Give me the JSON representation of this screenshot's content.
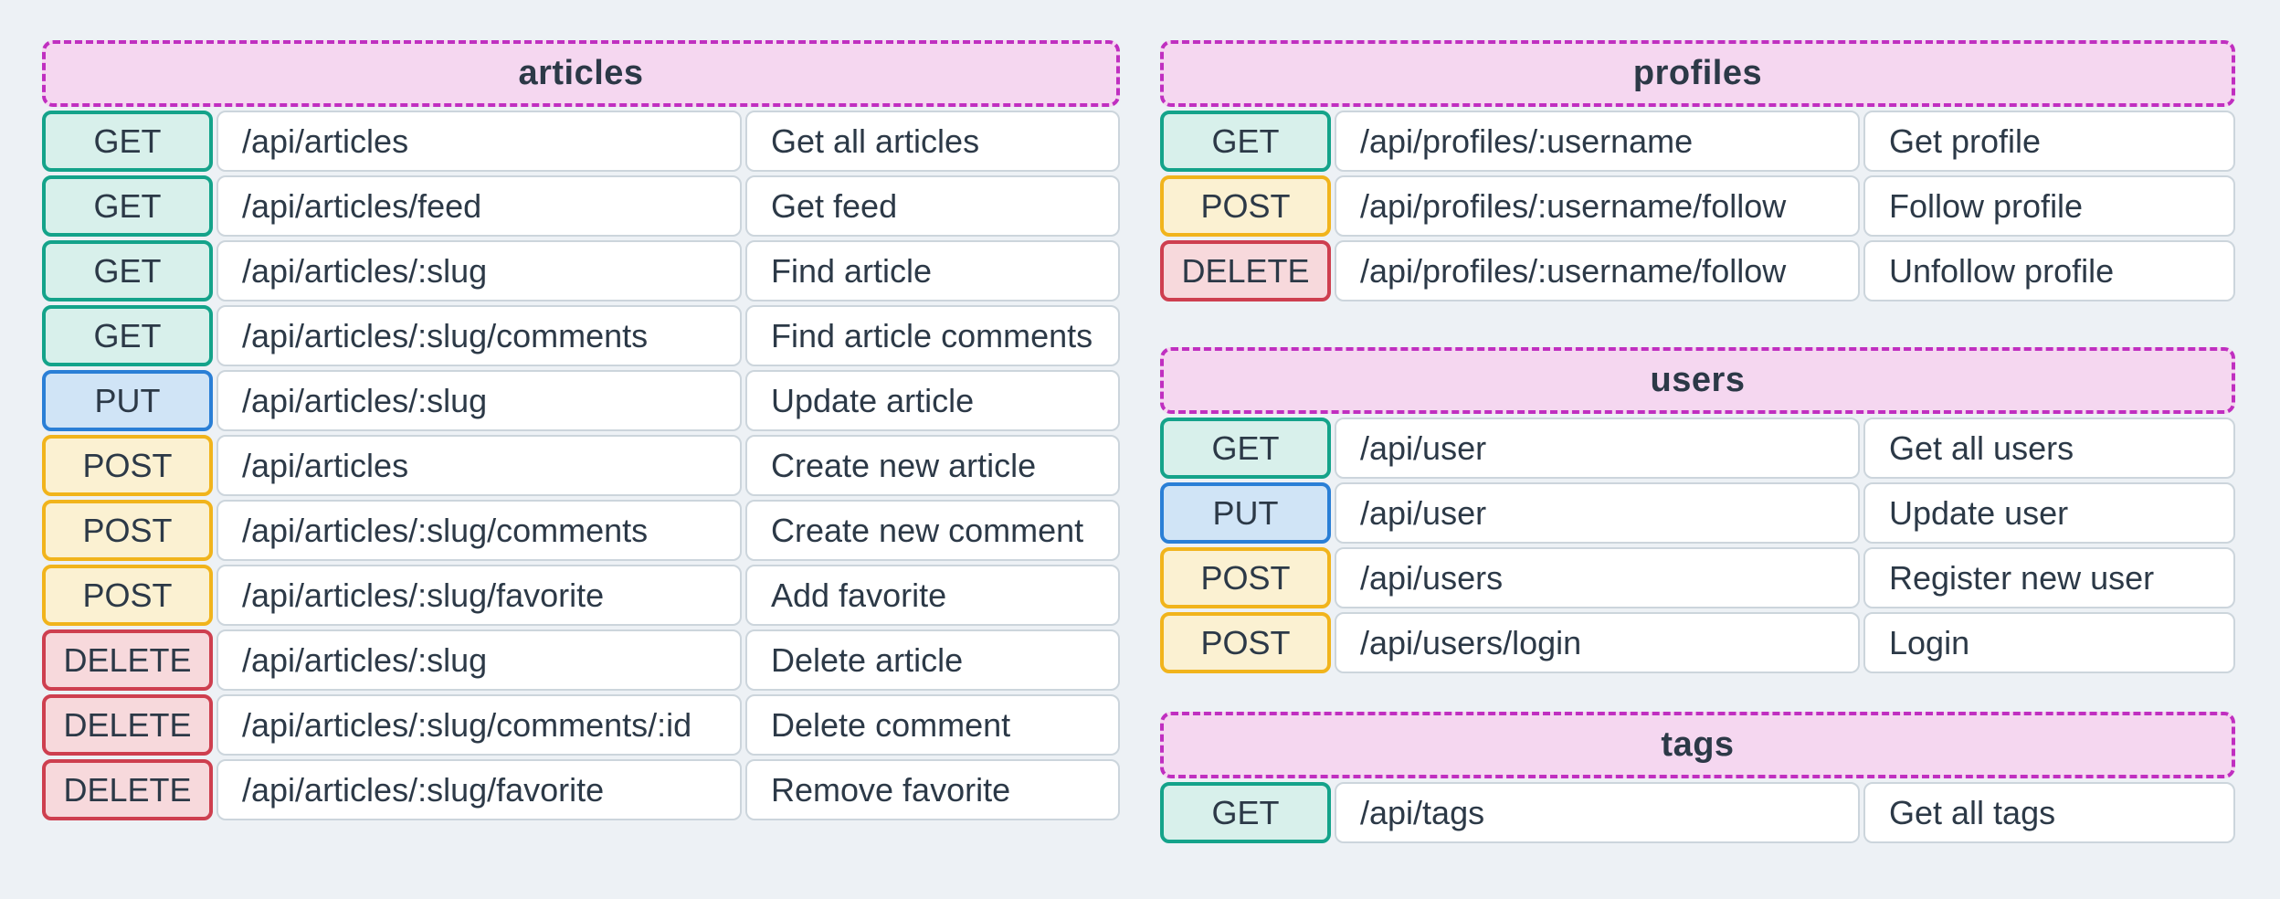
{
  "colors": {
    "page_bg": "#edf1f5",
    "text": "#2c3947",
    "header_bg": "#f5d7f0",
    "header_border": "#c02fc0",
    "cell_bg": "#ffffff",
    "cell_border": "#ccd5dc",
    "methods": {
      "GET": {
        "bg": "#d8f0eb",
        "border": "#14a38a"
      },
      "PUT": {
        "bg": "#d0e4f6",
        "border": "#2a7fd6"
      },
      "POST": {
        "bg": "#fbf1d2",
        "border": "#f1b41c"
      },
      "DELETE": {
        "bg": "#f7d9dc",
        "border": "#ce3f4f"
      }
    }
  },
  "tables": [
    {
      "title": "articles",
      "column": "left",
      "rows": [
        {
          "method": "GET",
          "path": "/api/articles",
          "description": "Get all articles"
        },
        {
          "method": "GET",
          "path": "/api/articles/feed",
          "description": "Get feed"
        },
        {
          "method": "GET",
          "path": "/api/articles/:slug",
          "description": "Find article"
        },
        {
          "method": "GET",
          "path": "/api/articles/:slug/comments",
          "description": "Find article comments"
        },
        {
          "method": "PUT",
          "path": "/api/articles/:slug",
          "description": "Update article"
        },
        {
          "method": "POST",
          "path": "/api/articles",
          "description": "Create new article"
        },
        {
          "method": "POST",
          "path": "/api/articles/:slug/comments",
          "description": "Create new comment"
        },
        {
          "method": "POST",
          "path": "/api/articles/:slug/favorite",
          "description": "Add favorite"
        },
        {
          "method": "DELETE",
          "path": "/api/articles/:slug",
          "description": "Delete article"
        },
        {
          "method": "DELETE",
          "path": "/api/articles/:slug/comments/:id",
          "description": "Delete comment"
        },
        {
          "method": "DELETE",
          "path": "/api/articles/:slug/favorite",
          "description": "Remove favorite"
        }
      ]
    },
    {
      "title": "profiles",
      "column": "right",
      "rows": [
        {
          "method": "GET",
          "path": "/api/profiles/:username",
          "description": "Get profile"
        },
        {
          "method": "POST",
          "path": "/api/profiles/:username/follow",
          "description": "Follow profile"
        },
        {
          "method": "DELETE",
          "path": "/api/profiles/:username/follow",
          "description": "Unfollow profile"
        }
      ]
    },
    {
      "title": "users",
      "column": "right",
      "rows": [
        {
          "method": "GET",
          "path": "/api/user",
          "description": "Get all users"
        },
        {
          "method": "PUT",
          "path": "/api/user",
          "description": "Update user"
        },
        {
          "method": "POST",
          "path": "/api/users",
          "description": "Register new user"
        },
        {
          "method": "POST",
          "path": "/api/users/login",
          "description": "Login"
        }
      ]
    },
    {
      "title": "tags",
      "column": "right",
      "rows": [
        {
          "method": "GET",
          "path": "/api/tags",
          "description": "Get all tags"
        }
      ]
    }
  ]
}
